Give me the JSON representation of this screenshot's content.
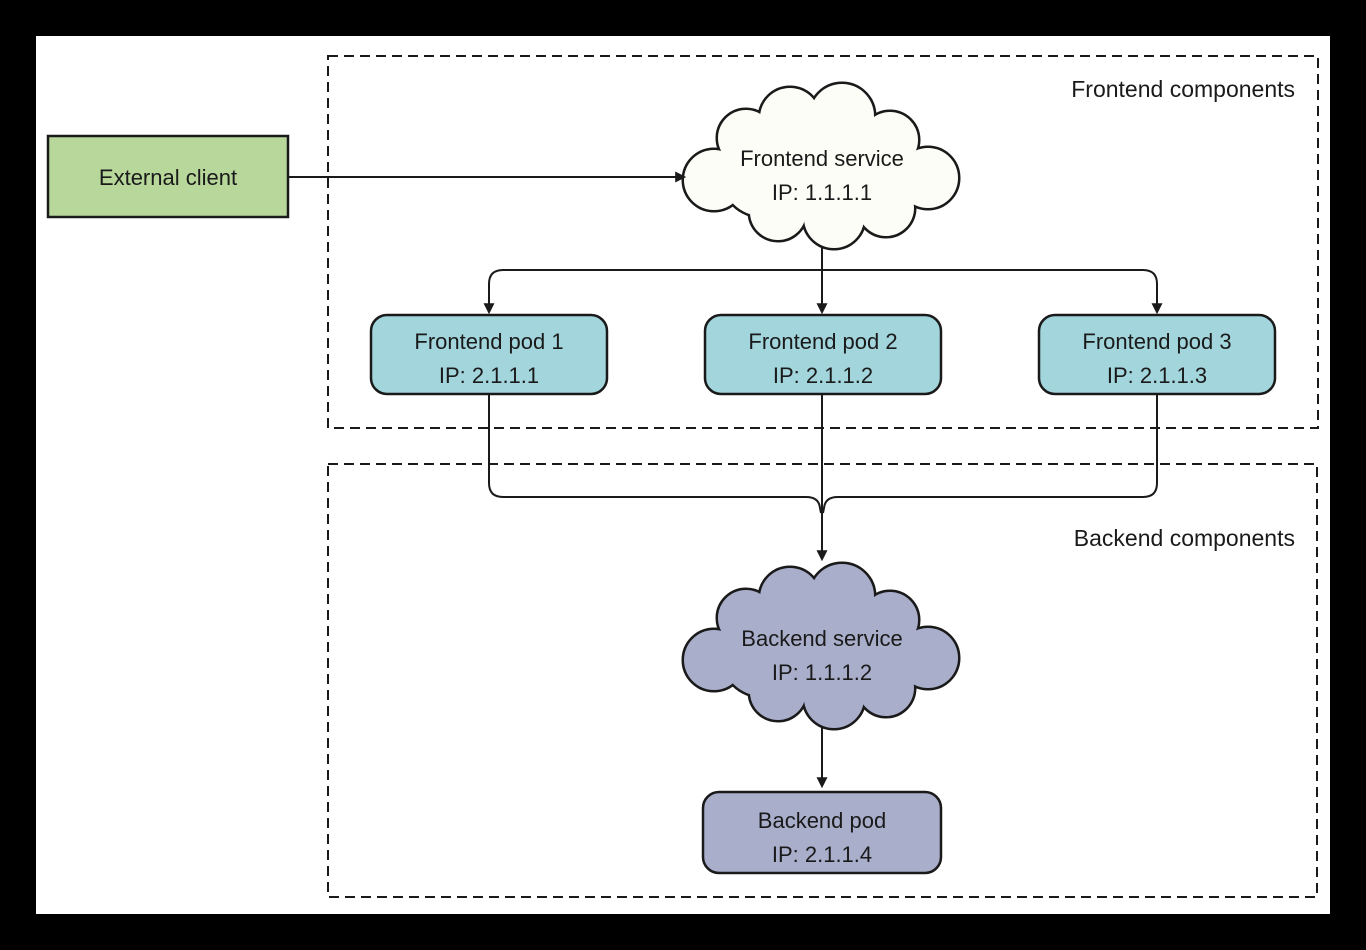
{
  "external_client": {
    "label": "External client"
  },
  "sections": {
    "frontend": {
      "label": "Frontend components",
      "service": {
        "name": "Frontend service",
        "ip": "IP: 1.1.1.1"
      },
      "pods": [
        {
          "name": "Frontend pod 1",
          "ip": "IP: 2.1.1.1"
        },
        {
          "name": "Frontend pod 2",
          "ip": "IP: 2.1.1.2"
        },
        {
          "name": "Frontend pod 3",
          "ip": "IP: 2.1.1.3"
        }
      ]
    },
    "backend": {
      "label": "Backend components",
      "service": {
        "name": "Backend service",
        "ip": "IP: 1.1.1.2"
      },
      "pod": {
        "name": "Backend pod",
        "ip": "IP: 2.1.1.4"
      }
    }
  },
  "colors": {
    "page_border": "#000000",
    "canvas_bg": "#ffffff",
    "client_fill": "#b7d79b",
    "frontend_pod_fill": "#a2d5dc",
    "backend_fill": "#a9aecb",
    "service_cloud_fill": "#fdfdf8",
    "line": "#1a1a1a"
  }
}
